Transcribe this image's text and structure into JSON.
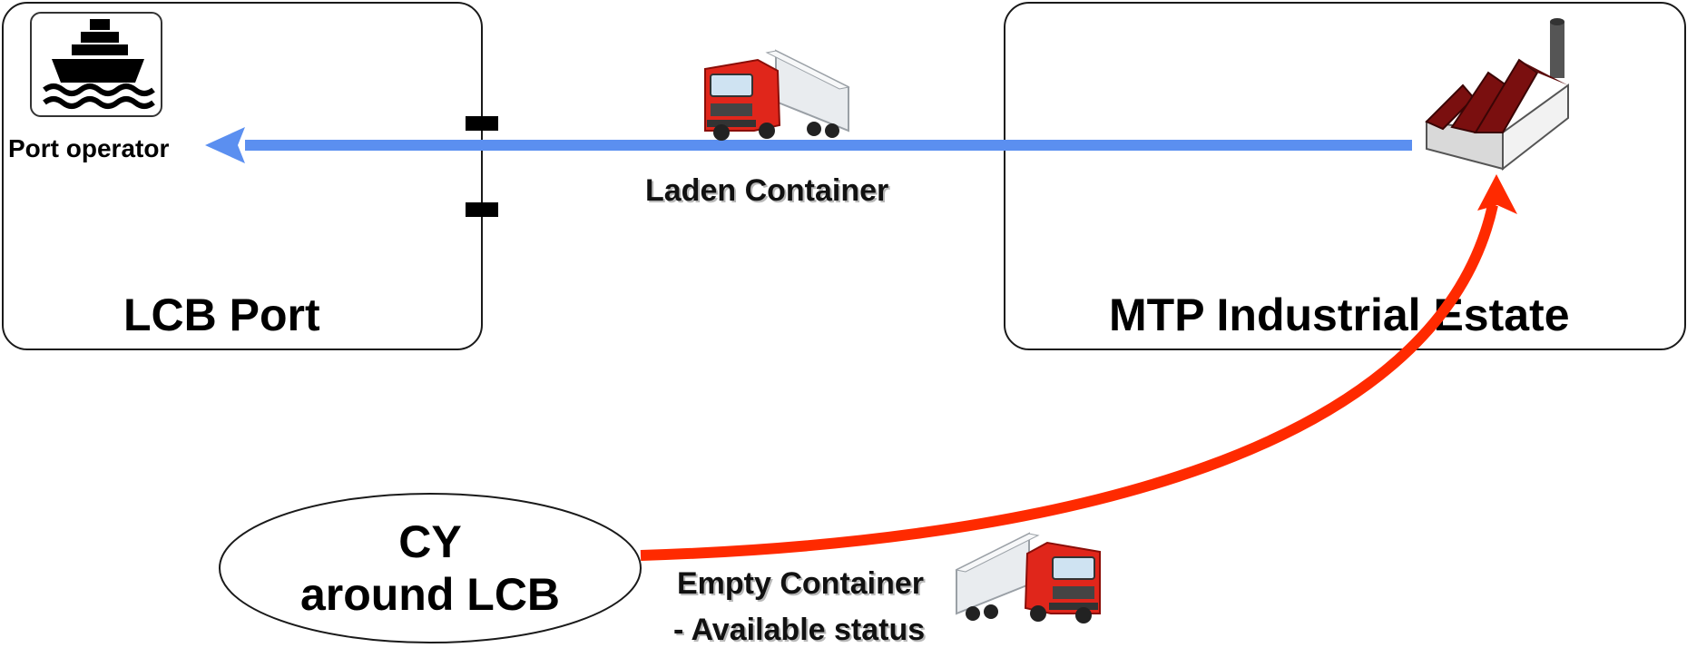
{
  "port": {
    "label": "LCB Port",
    "operator_label": "Port operator",
    "icon": "ship-icon"
  },
  "estate": {
    "label": "MTP Industrial Estate",
    "icon": "factory-icon"
  },
  "cy": {
    "line1": "CY",
    "line2": "around LCB"
  },
  "flows": {
    "laden": {
      "label": "Laden Container",
      "color": "#5b8ff0"
    },
    "empty": {
      "label": "Empty Container",
      "status": "- Available status",
      "color": "#ff2a00"
    }
  },
  "colors": {
    "truck_cab": "#e0261b",
    "factory_roof": "#7a0f0f"
  }
}
